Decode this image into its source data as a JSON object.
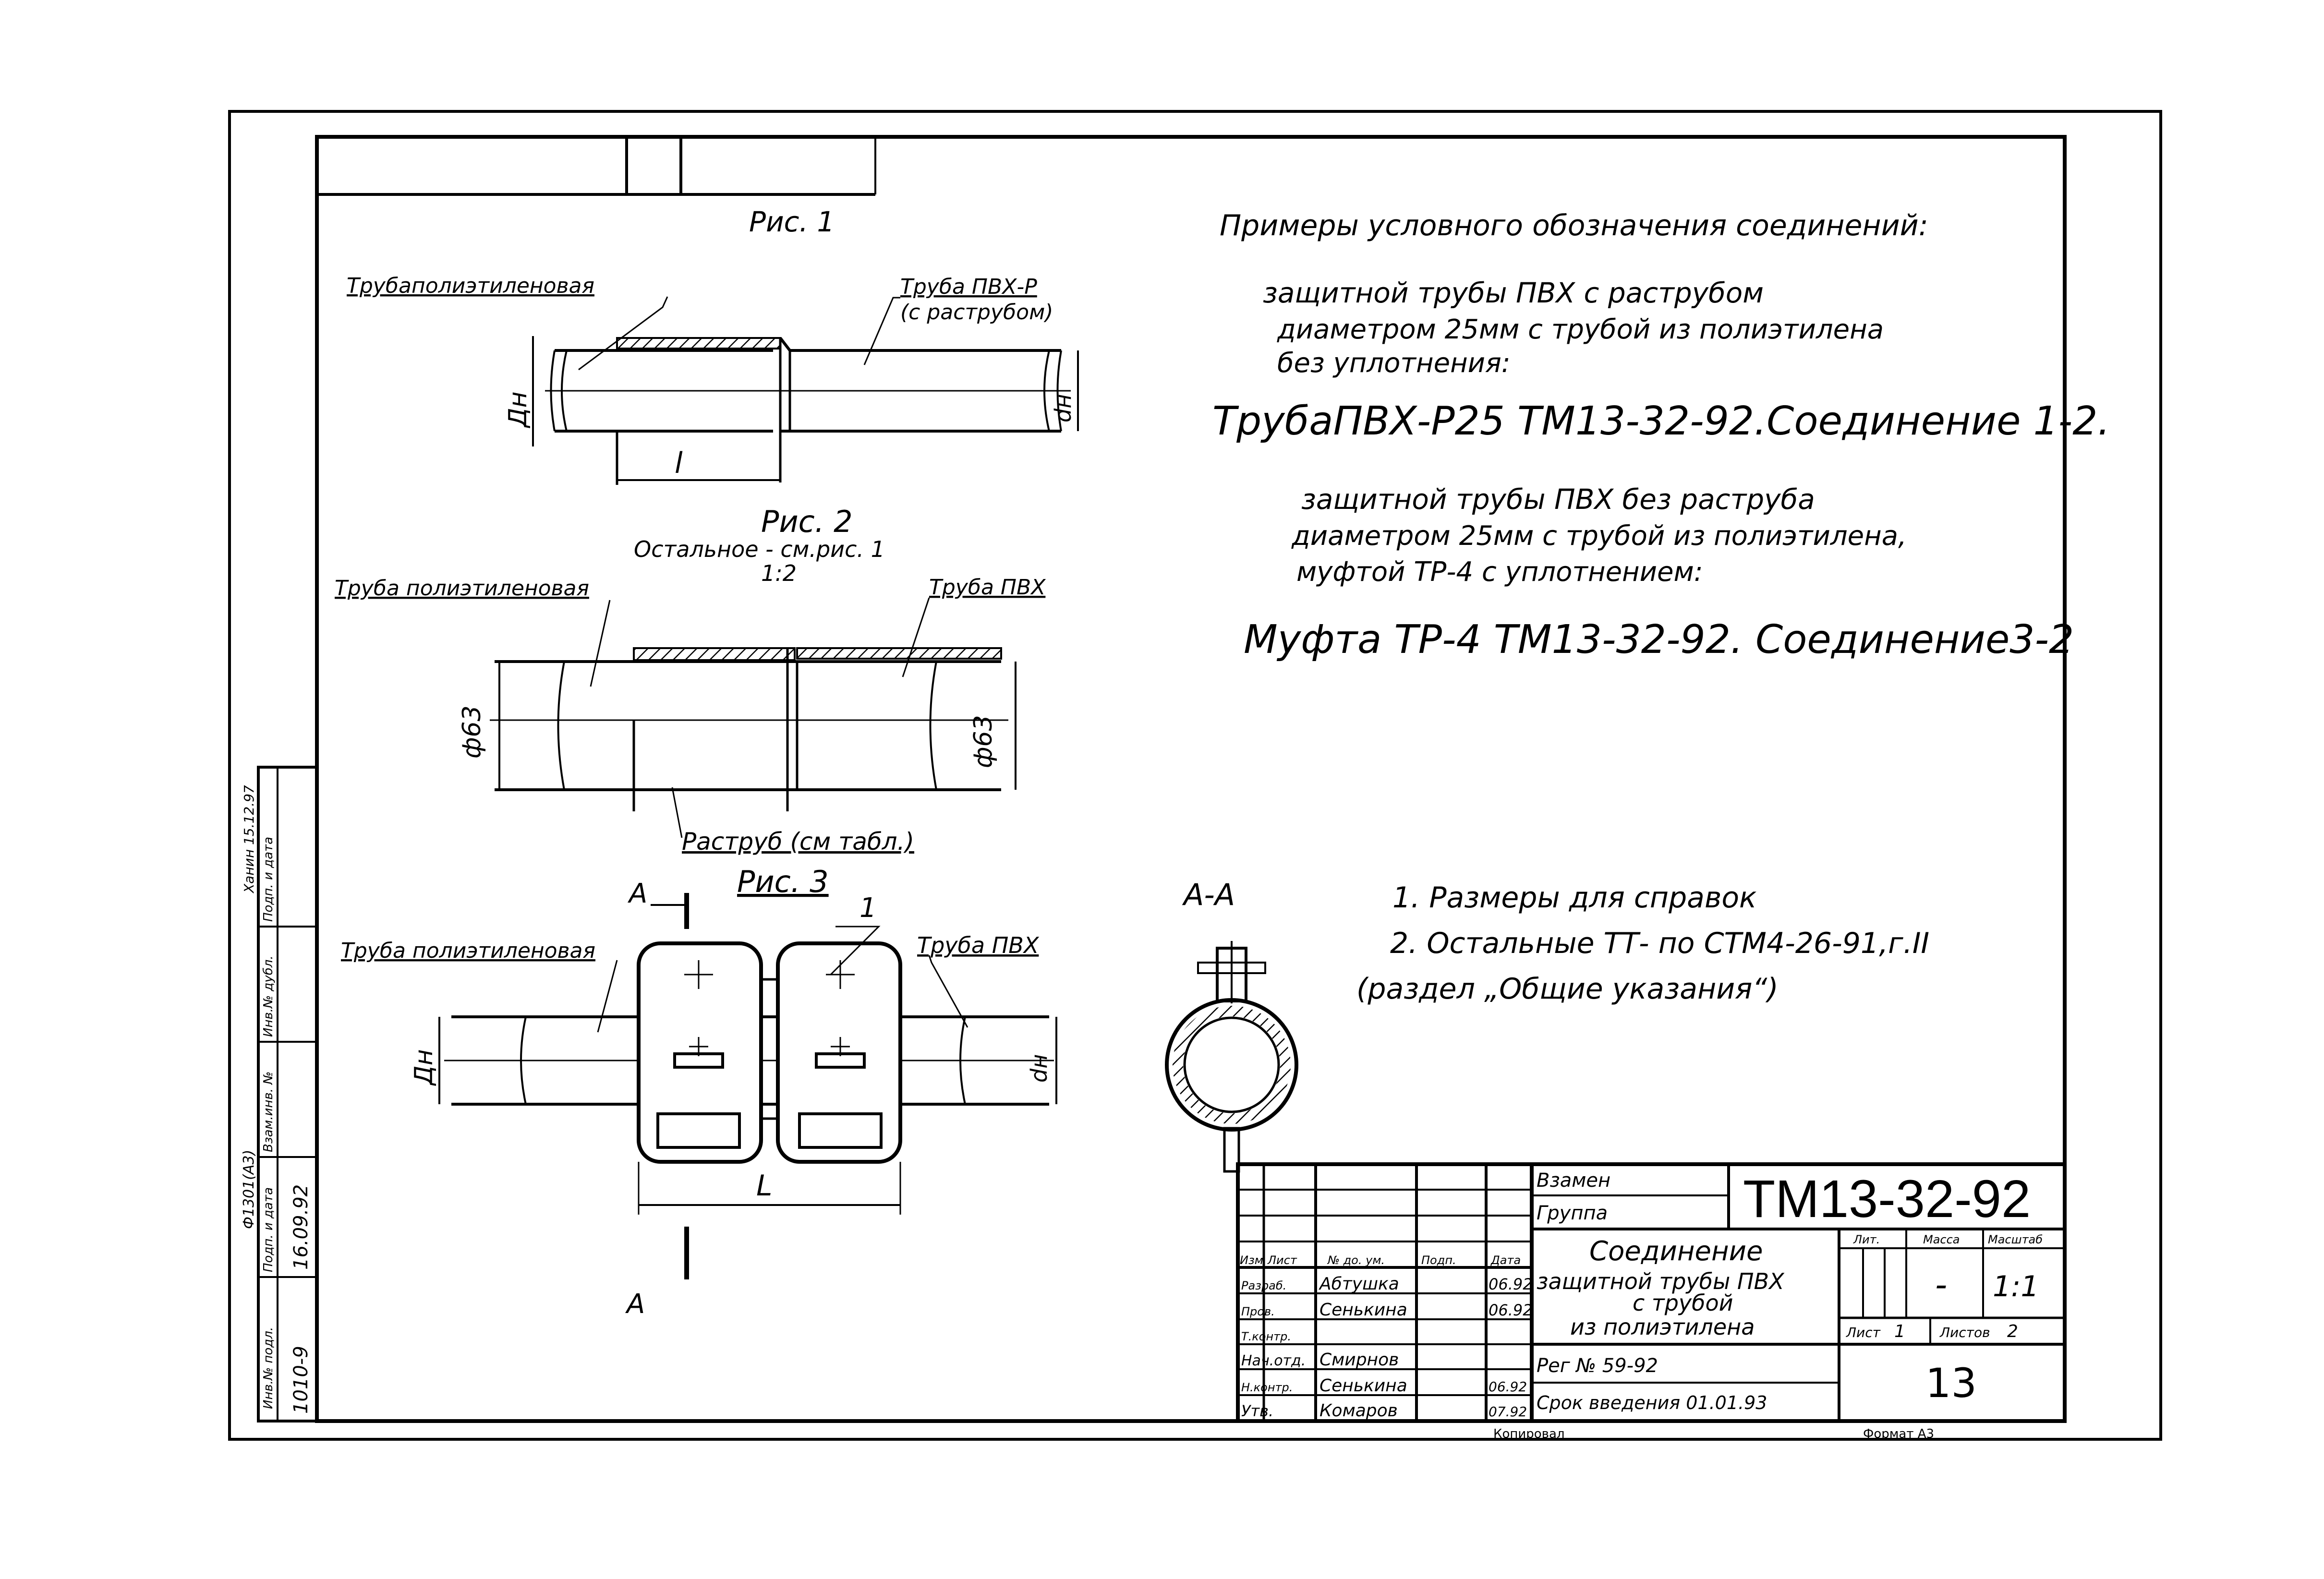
{
  "figures": {
    "fig1": {
      "title": "Рис. 1",
      "label_left": "Трубаполиэтиленовая",
      "label_right_1": "Труба ПВХ-Р",
      "label_right_2": "(с раструбом)",
      "dim_dn": "Дн",
      "dim_dn_small": "dн",
      "dim_l": "l"
    },
    "fig2": {
      "title": "Рис. 2",
      "note": "Остальное - см.рис. 1",
      "scale": "1:2",
      "label_left": "Труба полиэтиленовая",
      "label_right": "Труба ПВХ",
      "dim_left": "ф63",
      "dim_right": "ф63",
      "label_bottom": "Раструб (см табл.)"
    },
    "fig3": {
      "title": "Рис. 3",
      "label_left": "Труба полиэтиленовая",
      "label_right": "Труба ПВХ",
      "callout": "1",
      "section_top": "А",
      "section_bottom": "А",
      "dim_dn": "Дн",
      "dim_dn_small": "dн",
      "dim_l": "L"
    },
    "section_aa": {
      "title": "А-А"
    }
  },
  "examples": {
    "heading": "Примеры условного обозначения соединений:",
    "ex1_line1": "защитной трубы ПВХ с раструбом",
    "ex1_line2": "диаметром 25мм с трубой из полиэтилена",
    "ex1_line3": "без уплотнения:",
    "ex1_designation": "ТрубаПВХ-Р25 ТМ13-32-92.Соединение 1-2.",
    "ex2_line1": "защитной трубы ПВХ без раструба",
    "ex2_line2": "диаметром 25мм с трубой из полиэтилена,",
    "ex2_line3": "муфтой ТР-4 с уплотнением:",
    "ex2_designation": "Муфта ТР-4 ТМ13-32-92. Соединение3-2"
  },
  "notes": {
    "note1": "1. Размеры для справок",
    "note2": "2. Остальные ТТ- по СТМ4-26-91,г.II",
    "note3": "(раздел „Общие указания“)"
  },
  "side_stamp": {
    "col_inv_podl": "Инв.№ подл.",
    "col_podp_data": "Подп. и дата",
    "col_vzam": "Взам.инв. №",
    "col_inv_dubl": "Инв.№ дубл.",
    "col_podp_data2": "Подп. и дата",
    "val_inv": "1010-9",
    "val_date": "16.09.92",
    "val_code": "Ф1301(А3)",
    "val_sign": "Ханин 15.12.97"
  },
  "title_block": {
    "vzamen": "Взамен",
    "gruppa": "Группа",
    "doc_code": "ТМ13-32-92",
    "title_l1": "Соединение",
    "title_l2": "защитной трубы ПВХ",
    "title_l3": "с трубой",
    "title_l4": "из полиэтилена",
    "h_izm": "Изм",
    "h_list": "Лист",
    "h_doc": "№ до. ум.",
    "h_podp": "Подп.",
    "h_data": "Дата",
    "r1_role": "Разраб.",
    "r1_name": "Абтушка",
    "r1_date": "06.92",
    "r2_role": "Пров.",
    "r2_name": "Сенькина",
    "r2_date": "06.92",
    "r3_role": "Т.контр.",
    "r4_role": "Нач.отд.",
    "r4_name": "Смирнов",
    "r5_role": "Н.контр.",
    "r5_name": "Сенькина",
    "r5_date": "06.92",
    "r6_role": "Утв.",
    "r6_name": "Комаров",
    "r6_date": "07.92",
    "lit_h": "Лит.",
    "massa_h": "Масса",
    "mashtab_h": "Масштаб",
    "massa_v": "-",
    "mashtab_v": "1:1",
    "list_label": "Лист",
    "list_v": "1",
    "listov_label": "Листов",
    "listov_v": "2",
    "reg": "Рег № 59-92",
    "srok": "Срок введения 01.01.93",
    "sheet_no": "13",
    "kopiroval": "Копировал",
    "format": "Формат А3"
  }
}
